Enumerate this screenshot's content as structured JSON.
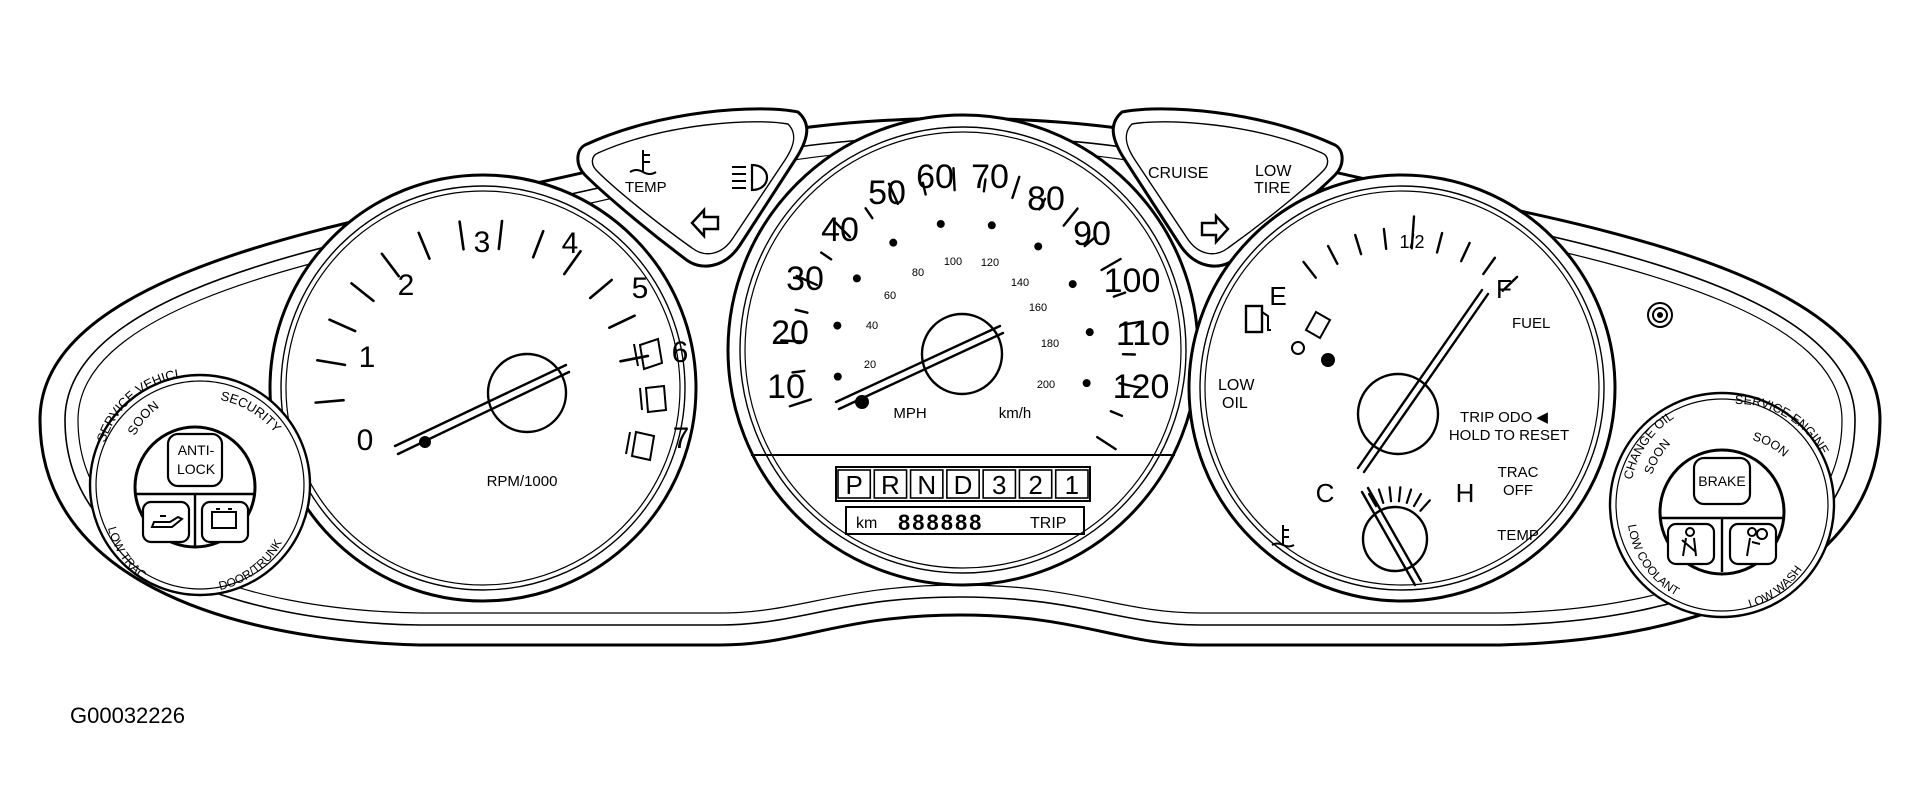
{
  "figure_id": "G00032226",
  "tachometer": {
    "scale": [
      "0",
      "1",
      "2",
      "3",
      "4",
      "5",
      "6",
      "7"
    ],
    "unit_label": "RPM/1000"
  },
  "speedometer": {
    "mph_scale": [
      "10",
      "20",
      "30",
      "40",
      "50",
      "60",
      "70",
      "80",
      "90",
      "100",
      "110",
      "120"
    ],
    "kmh_scale": [
      "20",
      "40",
      "60",
      "80",
      "100",
      "120",
      "140",
      "160",
      "180",
      "200"
    ],
    "mph_label": "MPH",
    "kmh_label": "km/h",
    "gear_indicators": [
      "P",
      "R",
      "N",
      "D",
      "3",
      "2",
      "1"
    ],
    "odometer": {
      "unit": "km",
      "digits": "888888",
      "mode": "TRIP"
    }
  },
  "right_gauge": {
    "fuel": {
      "empty": "E",
      "half": "1/2",
      "full": "F",
      "label": "FUEL"
    },
    "temp": {
      "cold": "C",
      "hot": "H",
      "label": "TEMP"
    },
    "low_oil": [
      "LOW",
      "OIL"
    ],
    "trip_odo": [
      "TRIP ODO ◀",
      "HOLD TO RESET"
    ],
    "trac_off": [
      "TRAC",
      "OFF"
    ]
  },
  "left_telltale_pod": {
    "temp_label": "TEMP"
  },
  "right_telltale_pod": {
    "cruise_label": "CRUISE",
    "low_tire": [
      "LOW",
      "TIRE"
    ]
  },
  "left_cluster": {
    "center_button": [
      "ANTI-",
      "LOCK"
    ],
    "arc_labels": {
      "top_left": "SERVICE VEHICLE",
      "top_left_2": "SOON",
      "top_right": "SECURITY",
      "bottom_left": "LOW TRAC",
      "bottom_right": "DOOR/TRUNK"
    }
  },
  "right_cluster": {
    "center_button": "BRAKE",
    "arc_labels": {
      "top_left": "CHANGE OIL",
      "top_left_2": "SOON",
      "top_right": "SERVICE ENGINE",
      "top_right_2": "SOON",
      "bottom_left": "LOW COOLANT",
      "bottom_right": "LOW WASH"
    }
  }
}
